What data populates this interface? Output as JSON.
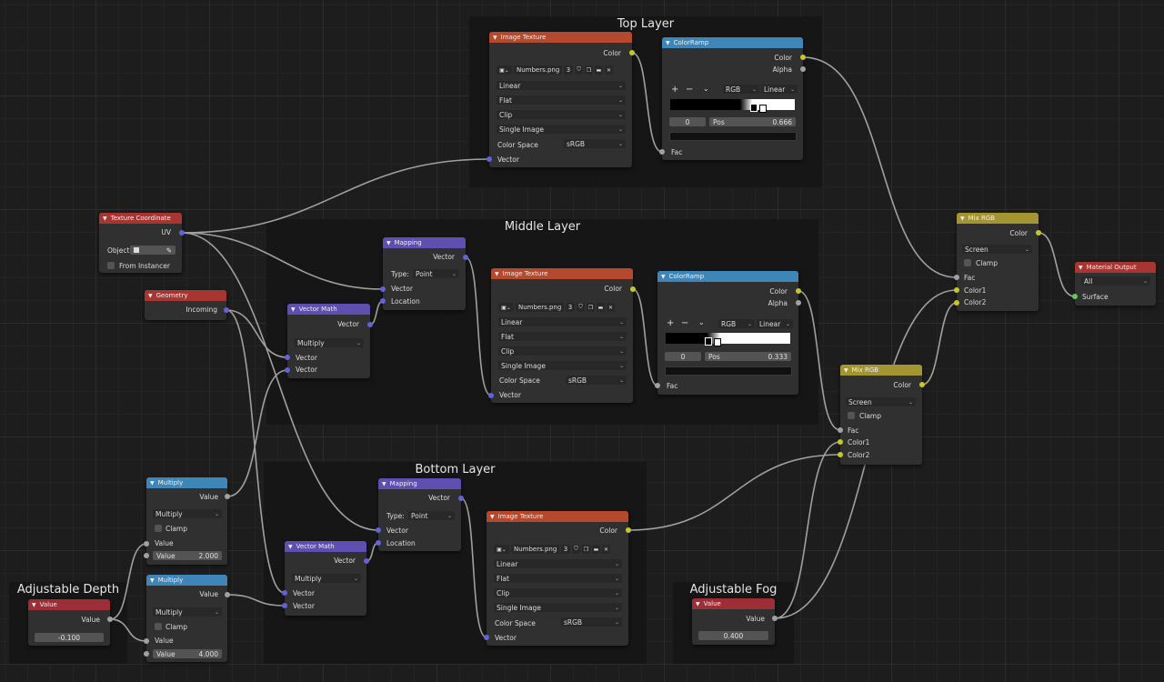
{
  "frames": {
    "top": "Top Layer",
    "middle": "Middle Layer",
    "bottom": "Bottom Layer",
    "depth": "Adjustable Depth",
    "fog": "Adjustable Fog"
  },
  "texcoord": {
    "title": "Texture Coordinate",
    "uv": "UV",
    "object_label": "Object:",
    "from_instancer": "From Instancer"
  },
  "geometry": {
    "title": "Geometry",
    "incoming": "Incoming"
  },
  "image_texture": {
    "title": "Image Texture",
    "color": "Color",
    "image_name": "Numbers.png",
    "users": "3",
    "interpolation": "Linear",
    "projection": "Flat",
    "extension": "Clip",
    "source": "Single Image",
    "color_space_label": "Color Space",
    "color_space": "sRGB",
    "vector": "Vector"
  },
  "ramp_top": {
    "title": "ColorRamp",
    "color": "Color",
    "alpha": "Alpha",
    "plus": "+",
    "minus": "−",
    "mode": "RGB",
    "interp": "Linear",
    "index": "0",
    "pos_label": "Pos",
    "pos": "0.666",
    "fac": "Fac"
  },
  "ramp_mid": {
    "title": "ColorRamp",
    "color": "Color",
    "alpha": "Alpha",
    "plus": "+",
    "minus": "−",
    "mode": "RGB",
    "interp": "Linear",
    "index": "0",
    "pos_label": "Pos",
    "pos": "0.333",
    "fac": "Fac"
  },
  "mapping": {
    "title": "Mapping",
    "vector_out": "Vector",
    "type_label": "Type:",
    "type": "Point",
    "vector_in": "Vector",
    "location": "Location"
  },
  "vecmath": {
    "title": "Vector Math",
    "vector_out": "Vector",
    "op": "Multiply",
    "in1": "Vector",
    "in2": "Vector"
  },
  "multiply1": {
    "title": "Multiply",
    "value_out": "Value",
    "op": "Multiply",
    "clamp": "Clamp",
    "in1": "Value",
    "in2_label": "Value",
    "in2": "2.000"
  },
  "multiply2": {
    "title": "Multiply",
    "value_out": "Value",
    "op": "Multiply",
    "clamp": "Clamp",
    "in1": "Value",
    "in2_label": "Value",
    "in2": "4.000"
  },
  "value_depth": {
    "title": "Value",
    "out": "Value",
    "val": "-0.100"
  },
  "value_fog": {
    "title": "Value",
    "out": "Value",
    "val": "0.400"
  },
  "mix_top": {
    "title": "Mix RGB",
    "color": "Color",
    "blend": "Screen",
    "clamp": "Clamp",
    "fac": "Fac",
    "color1": "Color1",
    "color2": "Color2"
  },
  "mix_bottom": {
    "title": "Mix RGB",
    "color": "Color",
    "blend": "Screen",
    "clamp": "Clamp",
    "fac": "Fac",
    "color1": "Color1",
    "color2": "Color2"
  },
  "output": {
    "title": "Material Output",
    "target": "All",
    "surface": "Surface"
  },
  "colors": {
    "texture_header": "#b4492e",
    "converter_header": "#3e86b8",
    "vector_header": "#5e4fb0",
    "color_header": "#a39531",
    "input_header": "#9b2e36",
    "output_header": "#a73532",
    "vector_socket": "#6262d8",
    "color_socket": "#c7c729",
    "float_socket": "#a1a1a1",
    "shader_socket": "#63c763"
  }
}
